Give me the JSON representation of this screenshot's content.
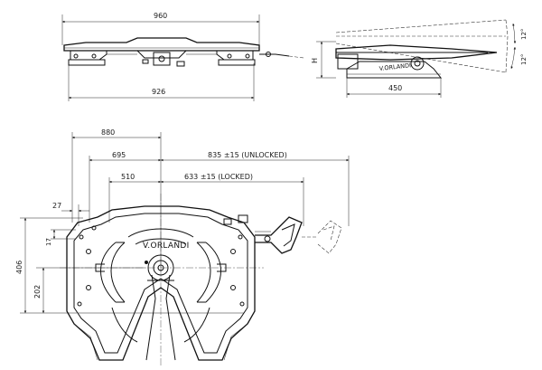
{
  "brand": "V.ORLANDI",
  "top_view": {
    "overall_width": "960",
    "base_width": "926"
  },
  "side_view": {
    "height_label": "H",
    "base_length": "450",
    "tilt_up": "12°",
    "tilt_down": "12°"
  },
  "plan_view": {
    "dim_880": "880",
    "dim_695": "695",
    "dim_510": "510",
    "dim_unlocked": "835 ±15 (UNLOCKED)",
    "dim_locked": "633 ±15 (LOCKED)",
    "dim_27": "27",
    "dim_17": "17",
    "dim_406": "406",
    "dim_202": "202"
  }
}
